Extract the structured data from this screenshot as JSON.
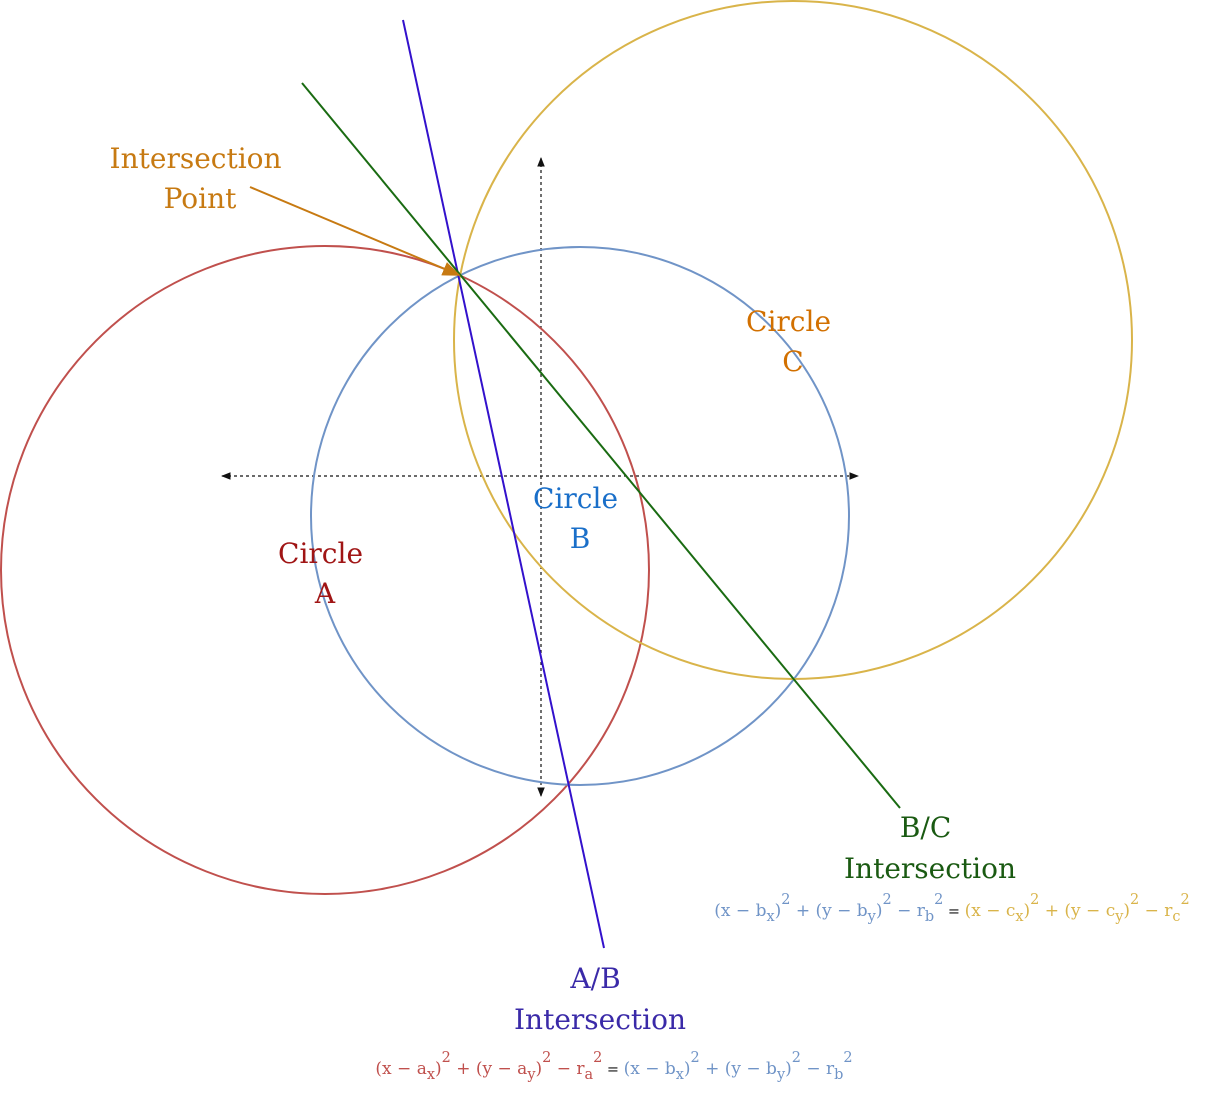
{
  "colors": {
    "circle_a": "#c0504d",
    "circle_b": "#7094c7",
    "circle_c": "#d9b44a",
    "line_ab": "#3311cc",
    "line_bc": "#1a6b12",
    "pointer": "#c77a12",
    "label_a": "#a01515",
    "label_b": "#1a6fc9",
    "label_c": "#d27000",
    "label_ab": "#3a2aa8",
    "label_bc": "#1a5a12",
    "axes": "#111111"
  },
  "labels": {
    "circle_a": [
      "Circle",
      "A"
    ],
    "circle_b": [
      "Circle",
      "B"
    ],
    "circle_c": [
      "Circle",
      "C"
    ],
    "intersection_point": [
      "Intersection",
      "Point"
    ],
    "ab_title": [
      "A/B",
      "Intersection"
    ],
    "bc_title": [
      "B/C",
      "Intersection"
    ]
  },
  "equations": {
    "ab": {
      "left": [
        {
          "t": "(x − a"
        },
        {
          "t": "x",
          "sub": true
        },
        {
          "t": ")"
        },
        {
          "t": "2",
          "sup": true
        },
        {
          "t": " + (y − a"
        },
        {
          "t": "y",
          "sub": true
        },
        {
          "t": ")"
        },
        {
          "t": "2",
          "sup": true
        },
        {
          "t": " − r"
        },
        {
          "t": "a",
          "sub": true
        },
        {
          "t": "2",
          "sup": true
        }
      ],
      "equals": " = ",
      "right": [
        {
          "t": "(x − b"
        },
        {
          "t": "x",
          "sub": true
        },
        {
          "t": ")"
        },
        {
          "t": "2",
          "sup": true
        },
        {
          "t": " + (y − b"
        },
        {
          "t": "y",
          "sub": true
        },
        {
          "t": ")"
        },
        {
          "t": "2",
          "sup": true
        },
        {
          "t": " − r"
        },
        {
          "t": "b",
          "sub": true
        },
        {
          "t": "2",
          "sup": true
        }
      ]
    },
    "bc": {
      "left": [
        {
          "t": "(x − b"
        },
        {
          "t": "x",
          "sub": true
        },
        {
          "t": ")"
        },
        {
          "t": "2",
          "sup": true
        },
        {
          "t": " + (y − b"
        },
        {
          "t": "y",
          "sub": true
        },
        {
          "t": ")"
        },
        {
          "t": "2",
          "sup": true
        },
        {
          "t": " − r"
        },
        {
          "t": "b",
          "sub": true
        },
        {
          "t": "2",
          "sup": true
        }
      ],
      "equals": " = ",
      "right": [
        {
          "t": "(x − c"
        },
        {
          "t": "x",
          "sub": true
        },
        {
          "t": ")"
        },
        {
          "t": "2",
          "sup": true
        },
        {
          "t": " + (y − c"
        },
        {
          "t": "y",
          "sub": true
        },
        {
          "t": ")"
        },
        {
          "t": "2",
          "sup": true
        },
        {
          "t": " − r"
        },
        {
          "t": "c",
          "sub": true
        },
        {
          "t": "2",
          "sup": true
        }
      ]
    }
  }
}
